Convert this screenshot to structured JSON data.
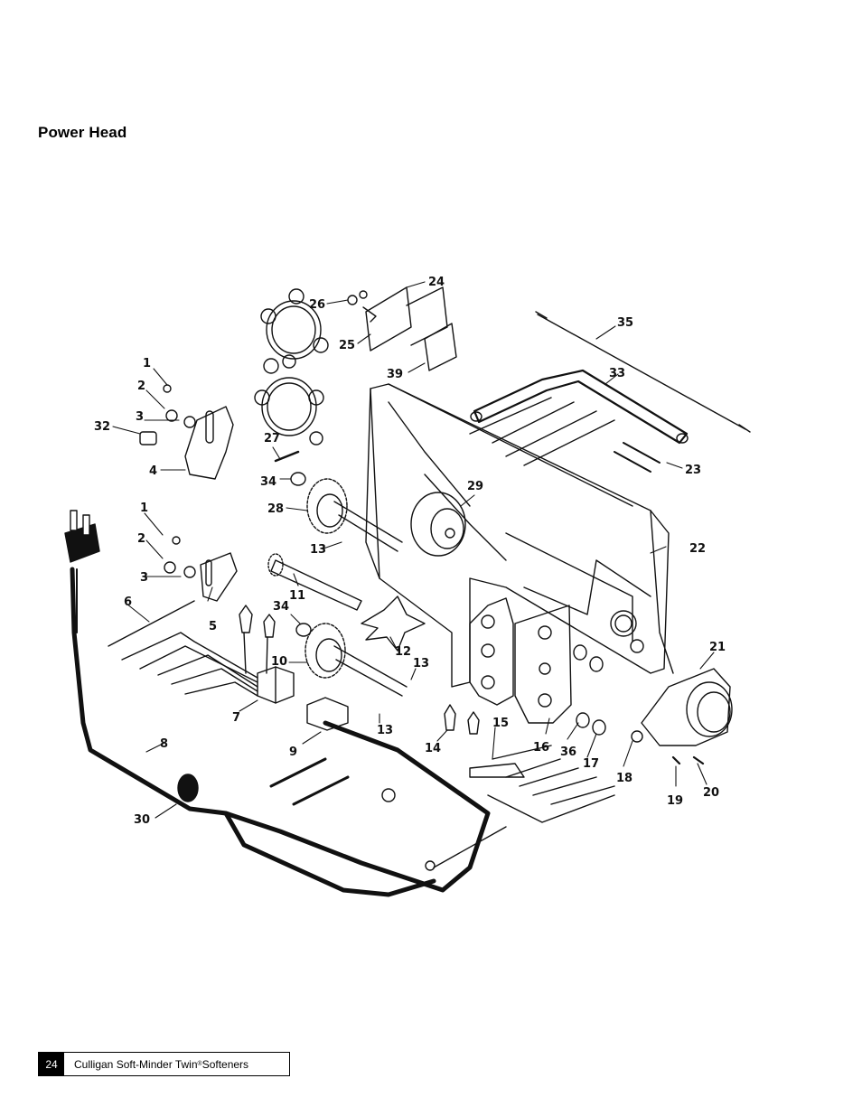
{
  "page": {
    "section_title": "Power Head",
    "footer": {
      "page_number": "24",
      "doc_title_main": "Culligan Soft-Minder Twin",
      "doc_title_mark": "®",
      "doc_title_suffix": " Softeners"
    }
  },
  "diagram": {
    "description": "Exploded parts view of power head assembly",
    "callouts": {
      "c1a": "1",
      "c2a": "2",
      "c3a": "3",
      "c32": "32",
      "c4": "4",
      "c26": "26",
      "c24a": "24",
      "c25": "25",
      "c39": "39",
      "c27": "27",
      "c34a": "34",
      "c35": "35",
      "c33": "33",
      "c23": "23",
      "c29": "29",
      "c28": "28",
      "c13a": "13",
      "c22": "22",
      "c1b": "1",
      "c2b": "2",
      "c3b": "3",
      "c5": "5",
      "c6": "6",
      "c11": "11",
      "c34b": "34",
      "c12": "12",
      "c10": "10",
      "c13b": "13",
      "c7": "7",
      "c13c": "13",
      "c9": "9",
      "c8": "8",
      "c14": "14",
      "c15": "15",
      "c16": "16",
      "c36": "36",
      "c17": "17",
      "c18": "18",
      "c21": "21",
      "c19": "19",
      "c20": "20",
      "c30": "30"
    }
  }
}
